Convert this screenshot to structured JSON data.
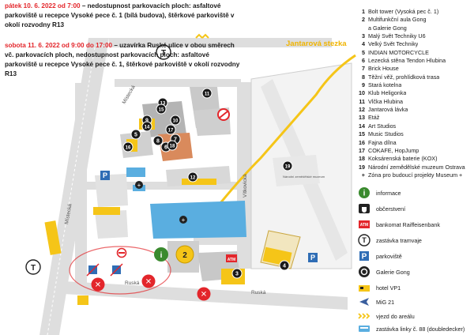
{
  "notices": [
    {
      "when": "pátek 10. 6. 2022 od 7:00",
      "text": " – nedostupnost parkovacích ploch: asfaltové parkoviště u recepce Vysoké pece č. 1 (bílá budova), štěrkové parkoviště v okolí rozvodny R13"
    },
    {
      "when": "sobota 11. 6. 2022 od 9:00 do 17:00",
      "text": " – uzavírka Ruské ulice v obou směrech vč. parkovacích ploch, nedostupnost parkovacích ploch: asfaltové parkoviště u recepce Vysoké pece č. 1, štěrkové parkoviště v okolí rozvodny R13"
    }
  ],
  "streets": {
    "jantarova": "Jantarová stezka",
    "mistecka_top": "Místecká",
    "mistecka_side": "Místecká",
    "vitkovicka": "Vítkovická",
    "ruska_left": "Ruská",
    "ruska_right": "Ruská"
  },
  "museum_label": "Národní zemědělské muzeum",
  "places": [
    {
      "n": "1",
      "name": "Bolt tower (Vysoká pec č. 1)"
    },
    {
      "n": "2",
      "name": "Multifunkční aula Gong"
    },
    {
      "n": "",
      "name": "a Galerie Gong"
    },
    {
      "n": "3",
      "name": "Malý Svět Techniky U6"
    },
    {
      "n": "4",
      "name": "Velký Svět Techniky"
    },
    {
      "n": "5",
      "name": "INDIAN MOTORCYCLE"
    },
    {
      "n": "6",
      "name": "Lezecká stěna Tendon Hlubina"
    },
    {
      "n": "7",
      "name": "Brick House"
    },
    {
      "n": "8",
      "name": "Těžní věž, prohlídková trasa"
    },
    {
      "n": "9",
      "name": "Stará kotelna"
    },
    {
      "n": "10",
      "name": "Klub Heligonka"
    },
    {
      "n": "11",
      "name": "Vlčka Hlubina"
    },
    {
      "n": "12",
      "name": "Jantarová lávka"
    },
    {
      "n": "13",
      "name": "Etáž"
    },
    {
      "n": "14",
      "name": "Art Studios"
    },
    {
      "n": "15",
      "name": "Music Studios"
    },
    {
      "n": "16",
      "name": "Fajna dílna"
    },
    {
      "n": "17",
      "name": "COKAFE, HopJump"
    },
    {
      "n": "18",
      "name": "Koksárenská baterie (KOX)"
    },
    {
      "n": "19",
      "name": "Národní zemědělské muzeum Ostrava"
    },
    {
      "n": "+",
      "name": "Zóna pro budoucí projekty Museum +"
    }
  ],
  "symbols": [
    {
      "icon": "info-icon",
      "label": "informace"
    },
    {
      "icon": "food-icon",
      "label": "občerstvení"
    },
    {
      "icon": "atm-icon",
      "label": "bankomat Raiffeisenbank"
    },
    {
      "icon": "tram-icon",
      "label": "zastávka tramvaje"
    },
    {
      "icon": "parking-icon",
      "label": "parkoviště"
    },
    {
      "icon": "gallery-icon",
      "label": "Galerie Gong"
    },
    {
      "icon": "bed-icon",
      "label": "hotel VP1"
    },
    {
      "icon": "plane-icon",
      "label": "MiG 21"
    },
    {
      "icon": "arrows-icon",
      "label": "vjezd do areálu"
    },
    {
      "icon": "bus-icon",
      "label": "zastávka linky č. 88 (doubledecker)"
    }
  ],
  "map_glyphs": {
    "tram": "T",
    "parking": "P",
    "atm": "ATM",
    "info": "i",
    "plus": "+",
    "cross": "✕",
    "chevrons": "› › ›"
  },
  "colors": {
    "alert": "#e3262b",
    "accent": "#f5c518",
    "water": "#5aaee0",
    "road": "#d9d9d9",
    "parking": "#2f6db5",
    "info": "#3a8a2e"
  }
}
